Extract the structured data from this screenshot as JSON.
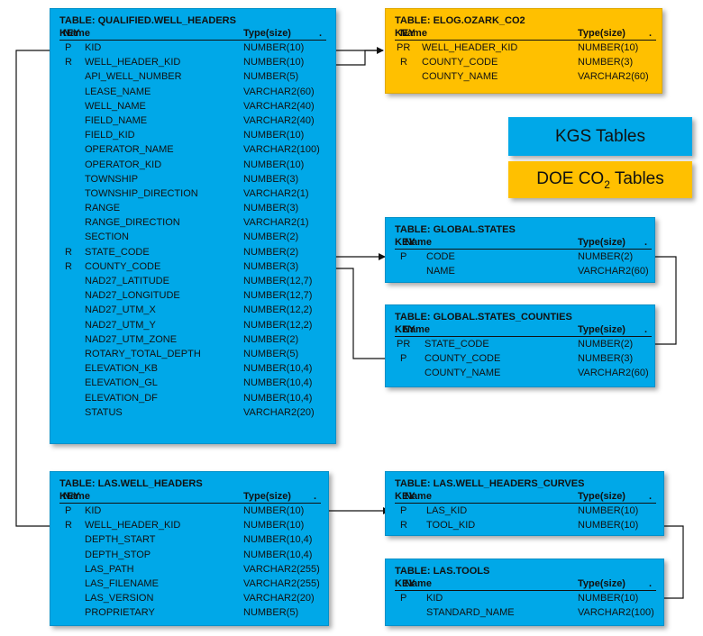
{
  "colors": {
    "kgs": "#00A8E8",
    "doe": "#FFC000",
    "line": "#111111"
  },
  "header_labels": {
    "key": "KEY",
    "name": "Name",
    "type": "Type(size)",
    "dot": "."
  },
  "legend": {
    "kgs": "KGS Tables",
    "doe_prefix": "DOE CO",
    "doe_sub": "2",
    "doe_suffix": " Tables"
  },
  "tables": [
    {
      "id": "qualified-well-headers",
      "title": "TABLE: QUALIFIED.WELL_HEADERS",
      "color": "kgs",
      "columns": [
        {
          "key": "P",
          "name": "KID",
          "type": "NUMBER(10)"
        },
        {
          "key": "R",
          "name": "WELL_HEADER_KID",
          "type": "NUMBER(10)"
        },
        {
          "key": "",
          "name": "API_WELL_NUMBER",
          "type": "NUMBER(5)"
        },
        {
          "key": "",
          "name": "LEASE_NAME",
          "type": "VARCHAR2(60)"
        },
        {
          "key": "",
          "name": "WELL_NAME",
          "type": "VARCHAR2(40)"
        },
        {
          "key": "",
          "name": "FIELD_NAME",
          "type": "VARCHAR2(40)"
        },
        {
          "key": "",
          "name": "FIELD_KID",
          "type": "NUMBER(10)"
        },
        {
          "key": "",
          "name": "OPERATOR_NAME",
          "type": "VARCHAR2(100)"
        },
        {
          "key": "",
          "name": "OPERATOR_KID",
          "type": "NUMBER(10)"
        },
        {
          "key": "",
          "name": "TOWNSHIP",
          "type": "NUMBER(3)"
        },
        {
          "key": "",
          "name": "TOWNSHIP_DIRECTION",
          "type": "VARCHAR2(1)"
        },
        {
          "key": "",
          "name": "RANGE",
          "type": "NUMBER(3)"
        },
        {
          "key": "",
          "name": "RANGE_DIRECTION",
          "type": "VARCHAR2(1)"
        },
        {
          "key": "",
          "name": "SECTION",
          "type": "NUMBER(2)"
        },
        {
          "key": "R",
          "name": "STATE_CODE",
          "type": "NUMBER(2)"
        },
        {
          "key": "R",
          "name": "COUNTY_CODE",
          "type": "NUMBER(3)"
        },
        {
          "key": "",
          "name": "NAD27_LATITUDE",
          "type": "NUMBER(12,7)"
        },
        {
          "key": "",
          "name": "NAD27_LONGITUDE",
          "type": "NUMBER(12,7)"
        },
        {
          "key": "",
          "name": "NAD27_UTM_X",
          "type": "NUMBER(12,2)"
        },
        {
          "key": "",
          "name": "NAD27_UTM_Y",
          "type": "NUMBER(12,2)"
        },
        {
          "key": "",
          "name": "NAD27_UTM_ZONE",
          "type": "NUMBER(2)"
        },
        {
          "key": "",
          "name": "ROTARY_TOTAL_DEPTH",
          "type": "NUMBER(5)"
        },
        {
          "key": "",
          "name": "ELEVATION_KB",
          "type": "NUMBER(10,4)"
        },
        {
          "key": "",
          "name": "ELEVATION_GL",
          "type": "NUMBER(10,4)"
        },
        {
          "key": "",
          "name": "ELEVATION_DF",
          "type": "NUMBER(10,4)"
        },
        {
          "key": "",
          "name": "STATUS",
          "type": "VARCHAR2(20)"
        }
      ]
    },
    {
      "id": "elog-ozark-co2",
      "title": "TABLE: ELOG.OZARK_CO2",
      "color": "doe",
      "columns": [
        {
          "key": "PR",
          "name": "WELL_HEADER_KID",
          "type": "NUMBER(10)"
        },
        {
          "key": "R",
          "name": "COUNTY_CODE",
          "type": "NUMBER(3)"
        },
        {
          "key": "",
          "name": "COUNTY_NAME",
          "type": "VARCHAR2(60)"
        }
      ]
    },
    {
      "id": "global-states",
      "title": "TABLE: GLOBAL.STATES",
      "color": "kgs",
      "columns": [
        {
          "key": "P",
          "name": "CODE",
          "type": "NUMBER(2)"
        },
        {
          "key": "",
          "name": "NAME",
          "type": "VARCHAR2(60)"
        }
      ]
    },
    {
      "id": "global-states-counties",
      "title": "TABLE: GLOBAL.STATES_COUNTIES",
      "color": "kgs",
      "columns": [
        {
          "key": "PR",
          "name": "STATE_CODE",
          "type": "NUMBER(2)"
        },
        {
          "key": "P",
          "name": "COUNTY_CODE",
          "type": "NUMBER(3)"
        },
        {
          "key": "",
          "name": "COUNTY_NAME",
          "type": "VARCHAR2(60)"
        }
      ]
    },
    {
      "id": "las-well-headers",
      "title": "TABLE: LAS.WELL_HEADERS",
      "color": "kgs",
      "columns": [
        {
          "key": "P",
          "name": "KID",
          "type": "NUMBER(10)"
        },
        {
          "key": "R",
          "name": "WELL_HEADER_KID",
          "type": "NUMBER(10)"
        },
        {
          "key": "",
          "name": "DEPTH_START",
          "type": "NUMBER(10,4)"
        },
        {
          "key": "",
          "name": "DEPTH_STOP",
          "type": "NUMBER(10,4)"
        },
        {
          "key": "",
          "name": "LAS_PATH",
          "type": "VARCHAR2(255)"
        },
        {
          "key": "",
          "name": "LAS_FILENAME",
          "type": "VARCHAR2(255)"
        },
        {
          "key": "",
          "name": "LAS_VERSION",
          "type": "VARCHAR2(20)"
        },
        {
          "key": "",
          "name": "PROPRIETARY",
          "type": "NUMBER(5)"
        }
      ]
    },
    {
      "id": "las-well-headers-curves",
      "title": "TABLE: LAS.WELL_HEADERS_CURVES",
      "color": "kgs",
      "columns": [
        {
          "key": "P",
          "name": "LAS_KID",
          "type": "NUMBER(10)"
        },
        {
          "key": "R",
          "name": "TOOL_KID",
          "type": "NUMBER(10)"
        }
      ]
    },
    {
      "id": "las-tools",
      "title": "TABLE: LAS.TOOLS",
      "color": "kgs",
      "columns": [
        {
          "key": "P",
          "name": "KID",
          "type": "NUMBER(10)"
        },
        {
          "key": "",
          "name": "STANDARD_NAME",
          "type": "VARCHAR2(100)"
        }
      ]
    }
  ]
}
